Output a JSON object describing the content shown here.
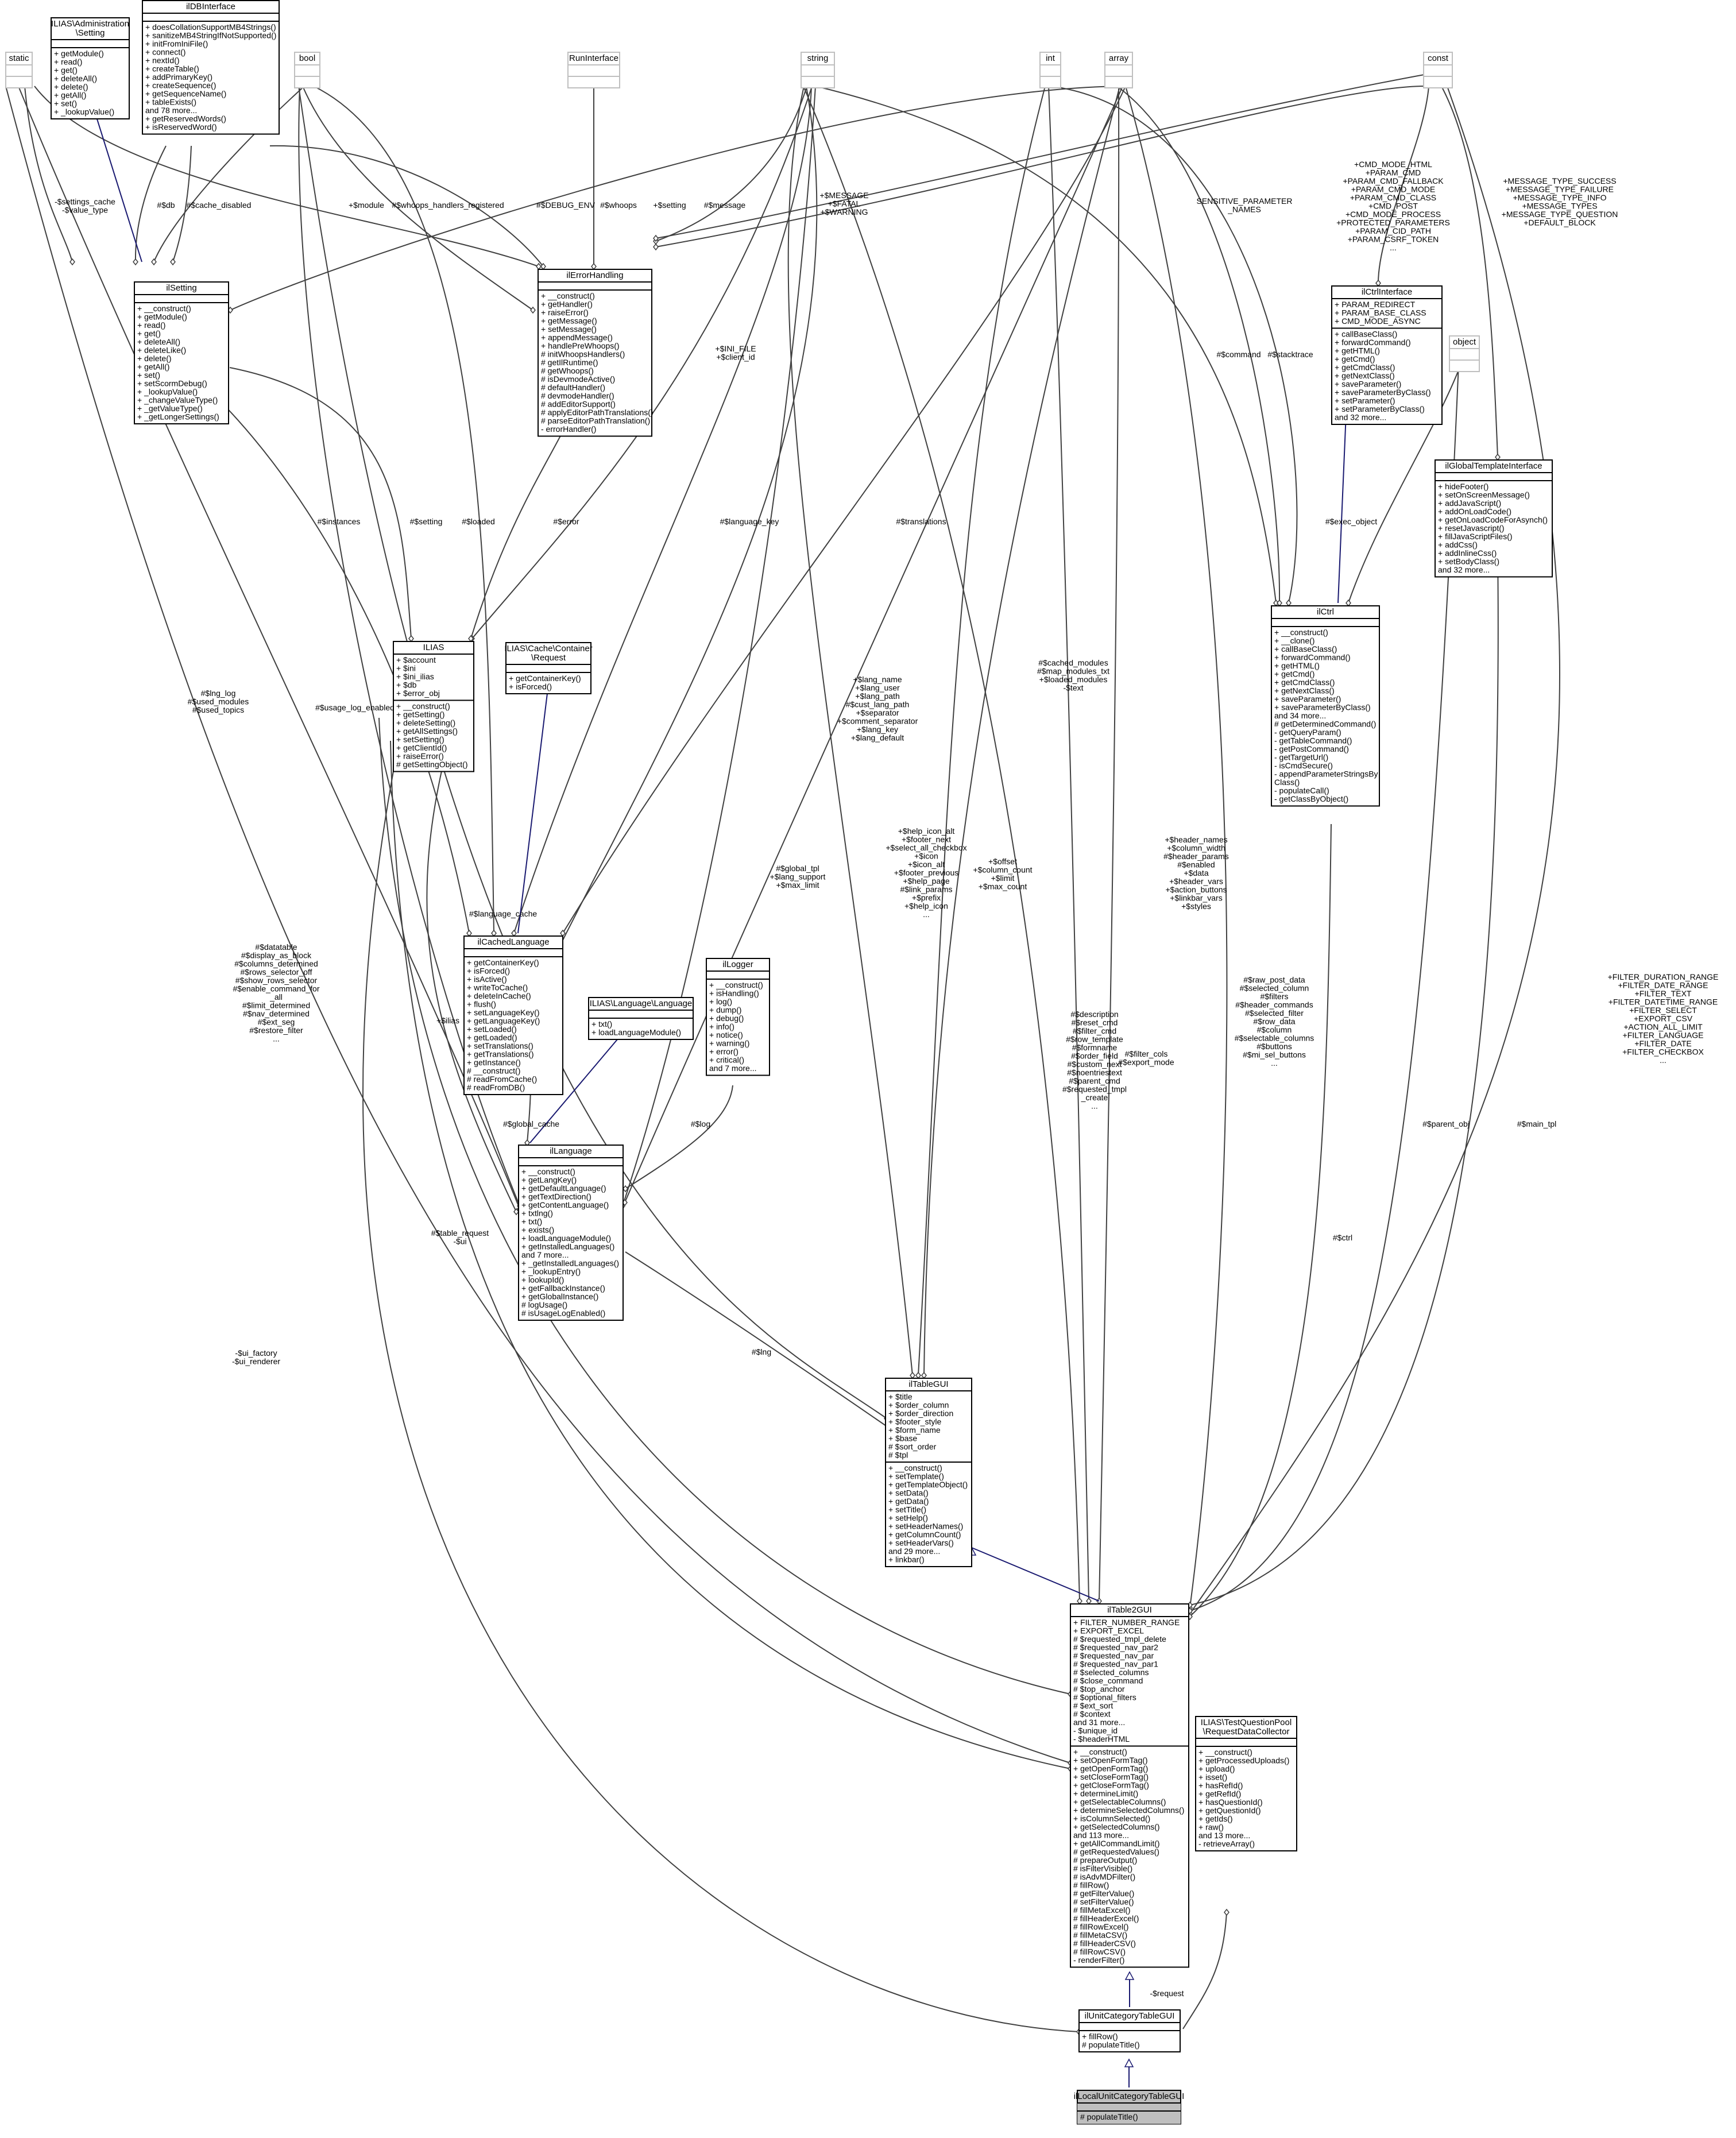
{
  "classes": [
    {
      "id": "static",
      "title": [
        "static"
      ],
      "attrs": [],
      "methods": [],
      "external": true
    },
    {
      "id": "adminSetting",
      "title": [
        "ILIAS\\Administration",
        "\\Setting"
      ],
      "attrs": [],
      "methods": [
        "+ getModule()",
        "+ read()",
        "+ get()",
        "+ deleteAll()",
        "+ delete()",
        "+ getAll()",
        "+ set()",
        "+ _lookupValue()"
      ],
      "external": false
    },
    {
      "id": "dbInterface",
      "title": [
        "ilDBInterface"
      ],
      "attrs": [],
      "methods": [
        "+ doesCollationSupportMB4Strings()",
        "+ sanitizeMB4StringIfNotSupported()",
        "+ initFromIniFile()",
        "+ connect()",
        "+ nextId()",
        "+ createTable()",
        "+ addPrimaryKey()",
        "+ createSequence()",
        "+ getSequenceName()",
        "+ tableExists()",
        "and 78 more...",
        "+ getReservedWords()",
        "+ isReservedWord()"
      ],
      "external": false
    },
    {
      "id": "bool",
      "title": [
        "bool"
      ],
      "attrs": [],
      "methods": [],
      "external": true
    },
    {
      "id": "runInterface",
      "title": [
        "RunInterface"
      ],
      "attrs": [],
      "methods": [],
      "external": true
    },
    {
      "id": "string",
      "title": [
        "string"
      ],
      "attrs": [],
      "methods": [],
      "external": true
    },
    {
      "id": "int",
      "title": [
        "int"
      ],
      "attrs": [],
      "methods": [],
      "external": true
    },
    {
      "id": "array",
      "title": [
        "array"
      ],
      "attrs": [],
      "methods": [],
      "external": true
    },
    {
      "id": "const",
      "title": [
        "const"
      ],
      "attrs": [],
      "methods": [],
      "external": true
    },
    {
      "id": "object",
      "title": [
        "object"
      ],
      "attrs": [],
      "methods": [],
      "external": true
    },
    {
      "id": "ilSetting",
      "title": [
        "ilSetting"
      ],
      "attrs": [],
      "methods": [
        "+ __construct()",
        "+ getModule()",
        "+ read()",
        "+ get()",
        "+ deleteAll()",
        "+ deleteLike()",
        "+ delete()",
        "+ getAll()",
        "+ set()",
        "+ setScormDebug()",
        "+ _lookupValue()",
        "+ _changeValueType()",
        "+ _getValueType()",
        "+ _getLongerSettings()"
      ],
      "external": false
    },
    {
      "id": "ilErrorHandling",
      "title": [
        "ilErrorHandling"
      ],
      "attrs": [],
      "methods": [
        "+ __construct()",
        "+ getHandler()",
        "+ raiseError()",
        "+ getMessage()",
        "+ setMessage()",
        "+ appendMessage()",
        "+ handlePreWhoops()",
        "# initWhoopsHandlers()",
        "# getIlRuntime()",
        "# getWhoops()",
        "# isDevmodeActive()",
        "# defaultHandler()",
        "# devmodeHandler()",
        "# addEditorSupport()",
        "# applyEditorPathTranslations()",
        "# parseEditorPathTranslation()",
        "- errorHandler()"
      ],
      "external": false
    },
    {
      "id": "ilCtrlInterface",
      "title": [
        "ilCtrlInterface"
      ],
      "attrs": [
        "+ PARAM_REDIRECT",
        "+ PARAM_BASE_CLASS",
        "+ CMD_MODE_ASYNC"
      ],
      "methods": [
        "+ callBaseClass()",
        "+ forwardCommand()",
        "+ getHTML()",
        "+ getCmd()",
        "+ getCmdClass()",
        "+ getNextClass()",
        "+ saveParameter()",
        "+ saveParameterByClass()",
        "+ setParameter()",
        "+ setParameterByClass()",
        "and 32 more..."
      ],
      "external": false
    },
    {
      "id": "ilGlobalTemplateInterface",
      "title": [
        "ilGlobalTemplateInterface"
      ],
      "attrs": [],
      "methods": [
        "+ hideFooter()",
        "+ setOnScreenMessage()",
        "+ addJavaScript()",
        "+ addOnLoadCode()",
        "+ getOnLoadCodeForAsynch()",
        "+ resetJavascript()",
        "+ fillJavaScriptFiles()",
        "+ addCss()",
        "+ addInlineCss()",
        "+ setBodyClass()",
        "and 32 more..."
      ],
      "external": false
    },
    {
      "id": "ILIAS",
      "title": [
        "ILIAS"
      ],
      "attrs": [
        "+ $account",
        "+ $ini",
        "+ $ini_ilias",
        "+ $db",
        "+ $error_obj"
      ],
      "methods": [
        "+ __construct()",
        "+ getSetting()",
        "+ deleteSetting()",
        "+ getAllSettings()",
        "+ setSetting()",
        "+ getClientId()",
        "+ raiseError()",
        "# getSettingObject()"
      ],
      "external": false
    },
    {
      "id": "cacheRequest",
      "title": [
        "ILIAS\\Cache\\Container",
        "\\Request"
      ],
      "attrs": [],
      "methods": [
        "+ getContainerKey()",
        "+ isForced()"
      ],
      "external": false
    },
    {
      "id": "ilCtrl",
      "title": [
        "ilCtrl"
      ],
      "attrs": [],
      "methods": [
        "+ __construct()",
        "+ __clone()",
        "+ callBaseClass()",
        "+ forwardCommand()",
        "+ getHTML()",
        "+ getCmd()",
        "+ getCmdClass()",
        "+ getNextClass()",
        "+ saveParameter()",
        "+ saveParameterByClass()",
        "and 34 more...",
        "# getDeterminedCommand()",
        "- getQueryParam()",
        "- getTableCommand()",
        "- getPostCommand()",
        "- getTargetUrl()",
        "- isCmdSecure()",
        "- appendParameterStringsBy",
        "  Class()",
        "- populateCall()",
        "- getClassByObject()"
      ],
      "external": false
    },
    {
      "id": "ilCachedLanguage",
      "title": [
        "ilCachedLanguage"
      ],
      "attrs": [],
      "methods": [
        "+ getContainerKey()",
        "+ isForced()",
        "+ isActive()",
        "+ writeToCache()",
        "+ deleteInCache()",
        "+ flush()",
        "+ setLanguageKey()",
        "+ getLanguageKey()",
        "+ setLoaded()",
        "+ getLoaded()",
        "+ setTranslations()",
        "+ getTranslations()",
        "+ getInstance()",
        "# __construct()",
        "# readFromCache()",
        "# readFromDB()"
      ],
      "external": false
    },
    {
      "id": "langLanguage",
      "title": [
        "ILIAS\\Language\\Language"
      ],
      "attrs": [],
      "methods": [
        "+ txt()",
        "+ loadLanguageModule()"
      ],
      "external": false
    },
    {
      "id": "ilLogger",
      "title": [
        "ilLogger"
      ],
      "attrs": [],
      "methods": [
        "+ __construct()",
        "+ isHandling()",
        "+ log()",
        "+ dump()",
        "+ debug()",
        "+ info()",
        "+ notice()",
        "+ warning()",
        "+ error()",
        "+ critical()",
        "and 7 more..."
      ],
      "external": false
    },
    {
      "id": "ilLanguage",
      "title": [
        "ilLanguage"
      ],
      "attrs": [],
      "methods": [
        "+ __construct()",
        "+ getLangKey()",
        "+ getDefaultLanguage()",
        "+ getTextDirection()",
        "+ getContentLanguage()",
        "+ txtlng()",
        "+ txt()",
        "+ exists()",
        "+ loadLanguageModule()",
        "+ getInstalledLanguages()",
        "and 7 more...",
        "+ _getInstalledLanguages()",
        "+ _lookupEntry()",
        "+ lookupId()",
        "+ getFallbackInstance()",
        "+ getGlobalInstance()",
        "# logUsage()",
        "# isUsageLogEnabled()"
      ],
      "external": false
    },
    {
      "id": "ilTableGUI",
      "title": [
        "ilTableGUI"
      ],
      "attrs": [
        "+ $title",
        "+ $order_column",
        "+ $order_direction",
        "+ $footer_style",
        "+ $form_name",
        "+ $base",
        "# $sort_order",
        "# $tpl"
      ],
      "methods": [
        "+ __construct()",
        "+ setTemplate()",
        "+ getTemplateObject()",
        "+ setData()",
        "+ getData()",
        "+ setTitle()",
        "+ setHelp()",
        "+ setHeaderNames()",
        "+ getColumnCount()",
        "+ setHeaderVars()",
        "and 29 more...",
        "+ linkbar()"
      ],
      "external": false
    },
    {
      "id": "ilTable2GUI",
      "title": [
        "ilTable2GUI"
      ],
      "attrs": [
        "+ FILTER_NUMBER_RANGE",
        "+ EXPORT_EXCEL",
        "# $requested_tmpl_delete",
        "# $requested_nav_par2",
        "# $requested_nav_par",
        "# $requested_nav_par1",
        "# $selected_columns",
        "# $close_command",
        "# $top_anchor",
        "# $optional_filters",
        "# $ext_sort",
        "# $context",
        "and 31 more...",
        "- $unique_id",
        "- $headerHTML"
      ],
      "methods": [
        "+ __construct()",
        "+ setOpenFormTag()",
        "+ getOpenFormTag()",
        "+ setCloseFormTag()",
        "+ getCloseFormTag()",
        "+ determineLimit()",
        "+ getSelectableColumns()",
        "+ determineSelectedColumns()",
        "+ isColumnSelected()",
        "+ getSelectedColumns()",
        "and 113 more...",
        "+ getAllCommandLimit()",
        "# getRequestedValues()",
        "# prepareOutput()",
        "# isFilterVisible()",
        "# isAdvMDFilter()",
        "# fillRow()",
        "# getFilterValue()",
        "# setFilterValue()",
        "# fillMetaExcel()",
        "# fillHeaderExcel()",
        "# fillRowExcel()",
        "# fillMetaCSV()",
        "# fillHeaderCSV()",
        "# fillRowCSV()",
        "- renderFilter()"
      ],
      "external": false
    },
    {
      "id": "requestCollector",
      "title": [
        "ILIAS\\TestQuestionPool",
        "\\RequestDataCollector"
      ],
      "attrs": [],
      "methods": [
        "+ __construct()",
        "+ getProcessedUploads()",
        "+ upload()",
        "+ isset()",
        "+ hasRefId()",
        "+ getRefId()",
        "+ hasQuestionId()",
        "+ getQuestionId()",
        "+ getIds()",
        "+ raw()",
        "and 13 more...",
        "- retrieveArray()"
      ],
      "external": false
    },
    {
      "id": "ilUnitCategoryTableGUI",
      "title": [
        "ilUnitCategoryTableGUI"
      ],
      "attrs": [],
      "methods": [
        "+ fillRow()",
        "# populateTitle()"
      ],
      "external": false
    },
    {
      "id": "ilLocalUnitCategoryTableGUI",
      "title": [
        "ilLocalUnitCategoryTableGUI"
      ],
      "attrs": [],
      "methods": [
        "# populateTitle()"
      ],
      "external": false,
      "highlight": true
    }
  ],
  "edge_labels": [
    {
      "id": "settings_cache",
      "lines": [
        "-$settings_cache",
        "-$value_type"
      ]
    },
    {
      "id": "db",
      "lines": [
        "#$db"
      ]
    },
    {
      "id": "cache_disabled",
      "lines": [
        "#$cache_disabled"
      ]
    },
    {
      "id": "module",
      "lines": [
        "+$module"
      ]
    },
    {
      "id": "whoops_reg",
      "lines": [
        "#$whoops_handlers_registered"
      ]
    },
    {
      "id": "debug_env",
      "lines": [
        "#$DEBUG_ENV"
      ]
    },
    {
      "id": "whoops",
      "lines": [
        "#$whoops"
      ]
    },
    {
      "id": "setting_lbl",
      "lines": [
        "+$setting"
      ]
    },
    {
      "id": "message",
      "lines": [
        "#$message"
      ]
    },
    {
      "id": "msg_fatal",
      "lines": [
        "+$MESSAGE",
        "+$FATAL",
        "+$WARNING"
      ]
    },
    {
      "id": "sensitive",
      "lines": [
        "SENSITIVE_PARAMETER",
        "_NAMES"
      ]
    },
    {
      "id": "ctrl_consts",
      "lines": [
        "+CMD_MODE_HTML",
        "+PARAM_CMD",
        "+PARAM_CMD_FALLBACK",
        "+PARAM_CMD_MODE",
        "+PARAM_CMD_CLASS",
        "+CMD_POST",
        "+CMD_MODE_PROCESS",
        "+PROTECTED_PARAMETERS",
        "+PARAM_CID_PATH",
        "+PARAM_CSRF_TOKEN",
        "..."
      ]
    },
    {
      "id": "msg_types",
      "lines": [
        "+MESSAGE_TYPE_SUCCESS",
        "+MESSAGE_TYPE_FAILURE",
        "+MESSAGE_TYPE_INFO",
        "+MESSAGE_TYPES",
        "+MESSAGE_TYPE_QUESTION",
        "+DEFAULT_BLOCK"
      ]
    },
    {
      "id": "ini_file",
      "lines": [
        "+$INI_FILE",
        "+$client_id"
      ]
    },
    {
      "id": "command",
      "lines": [
        "#$command"
      ]
    },
    {
      "id": "stacktrace",
      "lines": [
        "#$stacktrace"
      ]
    },
    {
      "id": "instances",
      "lines": [
        "#$instances"
      ]
    },
    {
      "id": "setting2",
      "lines": [
        "#$setting"
      ]
    },
    {
      "id": "loaded",
      "lines": [
        "#$loaded"
      ]
    },
    {
      "id": "error",
      "lines": [
        "#$error"
      ]
    },
    {
      "id": "language_key",
      "lines": [
        "#$language_key"
      ]
    },
    {
      "id": "translations",
      "lines": [
        "#$translations"
      ]
    },
    {
      "id": "exec_object",
      "lines": [
        "#$exec_object"
      ]
    },
    {
      "id": "lang_name",
      "lines": [
        "+$lang_name",
        "+$lang_user",
        "+$lang_path",
        "#$cust_lang_path",
        "+$separator",
        "+$comment_separator",
        "+$lang_key",
        "+$lang_default"
      ]
    },
    {
      "id": "cached_modules",
      "lines": [
        "#$cached_modules",
        "#$map_modules_txt",
        "+$loaded_modules",
        "-$text"
      ]
    },
    {
      "id": "lng_log",
      "lines": [
        "#$lng_log",
        "#$used_modules",
        "#$used_topics"
      ]
    },
    {
      "id": "usage_log",
      "lines": [
        "#$usage_log_enabled"
      ]
    },
    {
      "id": "help_icon",
      "lines": [
        "+$help_icon_alt",
        "+$footer_next",
        "+$select_all_checkbox",
        "+$icon",
        "+$icon_alt",
        "+$footer_previous",
        "+$help_page",
        "#$link_params",
        "+$prefix",
        "+$help_icon",
        "..."
      ]
    },
    {
      "id": "global_tpl",
      "lines": [
        "#$global_tpl",
        "+$lang_support",
        "+$max_limit"
      ]
    },
    {
      "id": "offset",
      "lines": [
        "+$offset",
        "+$column_count",
        "+$limit",
        "+$max_count"
      ]
    },
    {
      "id": "header_names",
      "lines": [
        "+$header_names",
        "+$column_width",
        "#$header_params",
        "#$enabled",
        "+$data",
        "+$header_vars",
        "+$action_buttons",
        "+$linkbar_vars",
        "+$styles"
      ]
    },
    {
      "id": "language_cache",
      "lines": [
        "#$language_cache"
      ]
    },
    {
      "id": "datatable",
      "lines": [
        "#$datatable",
        "#$display_as_block",
        "#$columns_determined",
        "#$rows_selector_off",
        "#$show_rows_selector",
        "#$enable_command_for",
        "_all",
        "#$limit_determined",
        "#$nav_determined",
        "#$ext_seg",
        "#$restore_filter",
        "..."
      ]
    },
    {
      "id": "ilias",
      "lines": [
        "+$ilias"
      ]
    },
    {
      "id": "description",
      "lines": [
        "#$description",
        "#$reset_cmd",
        "#$filter_cmd",
        "#$row_template",
        "#$formname",
        "#$order_field",
        "#$custom_next",
        "#$noentriestext",
        "#$parent_cmd",
        "#$requested_tmpl",
        "_create",
        "..."
      ]
    },
    {
      "id": "filter_cols",
      "lines": [
        "#$filter_cols",
        "#$export_mode"
      ]
    },
    {
      "id": "raw_post",
      "lines": [
        "#$raw_post_data",
        "#$selected_column",
        "#$filters",
        "#$header_commands",
        "#$selected_filter",
        "#$row_data",
        "#$column",
        "#$selectable_columns",
        "#$buttons",
        "#$mi_sel_buttons",
        "..."
      ]
    },
    {
      "id": "filter_const",
      "lines": [
        "+FILTER_DURATION_RANGE",
        "+FILTER_DATE_RANGE",
        "+FILTER_TEXT",
        "+FILTER_DATETIME_RANGE",
        "+FILTER_SELECT",
        "+EXPORT_CSV",
        "+ACTION_ALL_LIMIT",
        "+FILTER_LANGUAGE",
        "+FILTER_DATE",
        "+FILTER_CHECKBOX",
        "..."
      ]
    },
    {
      "id": "global_cache",
      "lines": [
        "#$global_cache"
      ]
    },
    {
      "id": "log",
      "lines": [
        "#$log"
      ]
    },
    {
      "id": "table_request",
      "lines": [
        "#$table_request",
        "-$ui"
      ]
    },
    {
      "id": "ctrl",
      "lines": [
        "#$ctrl"
      ]
    },
    {
      "id": "parent_obj",
      "lines": [
        "#$parent_obj"
      ]
    },
    {
      "id": "main_tpl",
      "lines": [
        "#$main_tpl"
      ]
    },
    {
      "id": "lng",
      "lines": [
        "#$lng"
      ]
    },
    {
      "id": "ui_factory",
      "lines": [
        "-$ui_factory",
        "-$ui_renderer"
      ]
    },
    {
      "id": "request",
      "lines": [
        "-$request"
      ]
    }
  ]
}
